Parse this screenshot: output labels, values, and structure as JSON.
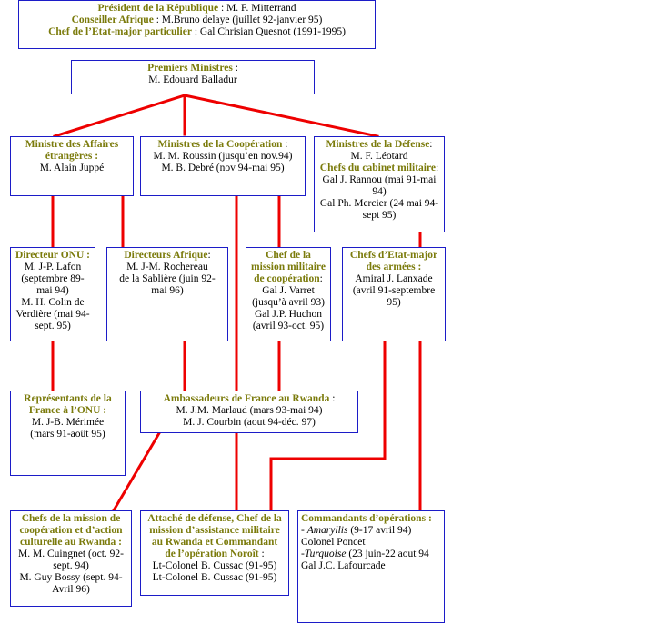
{
  "top": {
    "president_label": "Président de la République",
    "president_value": " : M. F. Mitterrand",
    "conseiller_label": "Conseiller Afrique",
    "conseiller_value": " : M.Bruno delaye (juillet 92-janvier 95)",
    "chef_label": "Chef de l’Etat-major particulier",
    "chef_value": " : Gal Chrisian Quesnot (1991-1995)"
  },
  "pm": {
    "label": "Premiers Ministres",
    "suffix": " :",
    "value": "M. Edouard Balladur"
  },
  "affaires": {
    "label1": "Ministre des Affaires",
    "label2": "étrangères",
    "suffix": " :",
    "value": "M. Alain Juppé"
  },
  "cooperation": {
    "label": "Ministres de la Coopération",
    "suffix": " :",
    "v1": "M. M. Roussin (jusqu’en nov.94)",
    "v2": "M. B. Debré (nov 94-mai 95)"
  },
  "defense": {
    "label": "Ministres de la Défense",
    "suffix": ":",
    "v1": "M. F. Léotard",
    "chefs_label": "Chefs du cabinet militaire",
    "chefs_suffix": ":",
    "v2": "Gal J. Rannou (mai 91-mai",
    "v3": "94)",
    "v4": "Gal Ph. Mercier (24 mai 94-",
    "v5": "sept 95)"
  },
  "onu": {
    "label": "Directeur ONU",
    "suffix": " :",
    "v1": "M. J-P. Lafon",
    "v2": "(septembre 89-",
    "v3": "mai 94)",
    "v4": "M. H. Colin de",
    "v5": "Verdière (mai 94-",
    "v6": "sept. 95)"
  },
  "afrique": {
    "label": "Directeurs Afrique",
    "suffix": ":",
    "v1": "M. J-M. Rochereau",
    "v2": "de la Sablière (juin 92-",
    "v3": "mai 96)"
  },
  "mission": {
    "l1": "Chef de la",
    "l2": "mission militaire",
    "l3": "de coopération",
    "suffix": ":",
    "v1": "Gal J. Varret",
    "v2": "(jusqu’à avril 93)",
    "v3": "Gal J.P. Huchon",
    "v4": "(avril 93-oct. 95)"
  },
  "etatmajor": {
    "l1": "Chefs d’Etat-major",
    "l2": "des armées",
    "suffix": " :",
    "v1": "Amiral J. Lanxade",
    "v2": "(avril 91-septembre",
    "v3": "95)"
  },
  "representants": {
    "l1": "Représentants de la",
    "l2": "France à l’ONU",
    "suffix": " :",
    "v1": "M. J-B. Mérimée",
    "v2": "(mars 91-août 95)"
  },
  "ambassadeurs": {
    "label": "Ambassadeurs de France au Rwanda",
    "suffix": " :",
    "v1": "M. J.M. Marlaud (mars 93-mai 94)",
    "v2": "M. J. Courbin (aout 94-déc. 97)"
  },
  "chefsmission": {
    "l1": "Chefs de la mission de",
    "l2": "coopération et d’action",
    "l3": "culturelle au Rwanda",
    "suffix": " :",
    "v1": "M. M. Cuingnet (oct. 92-",
    "v2": "sept. 94)",
    "v3": "M. Guy Bossy (sept. 94-",
    "v4": "Avril 96)"
  },
  "attache": {
    "l1": "Attaché de défense, Chef de la",
    "l2": "mission d’assistance militaire",
    "l3": "au Rwanda et Commandant",
    "l4": "de l’opération Noroît",
    "suffix": " :",
    "v1": "Lt-Colonel B. Cussac (91-95)",
    "v2": "Lt-Colonel B. Cussac (91-95)"
  },
  "commandants": {
    "label": "Commandants d’opérations",
    "suffix": " :",
    "v1_prefix": "- ",
    "v1_italic": "Amaryllis",
    "v1_rest": " (9-17 avril 94)",
    "v2": "Colonel Poncet",
    "v3_prefix": "-",
    "v3_italic": "Turquoise",
    "v3_rest": " (23 juin-22 aout 94",
    "v4": "Gal J.C. Lafourcade"
  },
  "colors": {
    "border": "#1c1cc8",
    "label": "#7b7b0c",
    "connector": "#ee0000"
  }
}
